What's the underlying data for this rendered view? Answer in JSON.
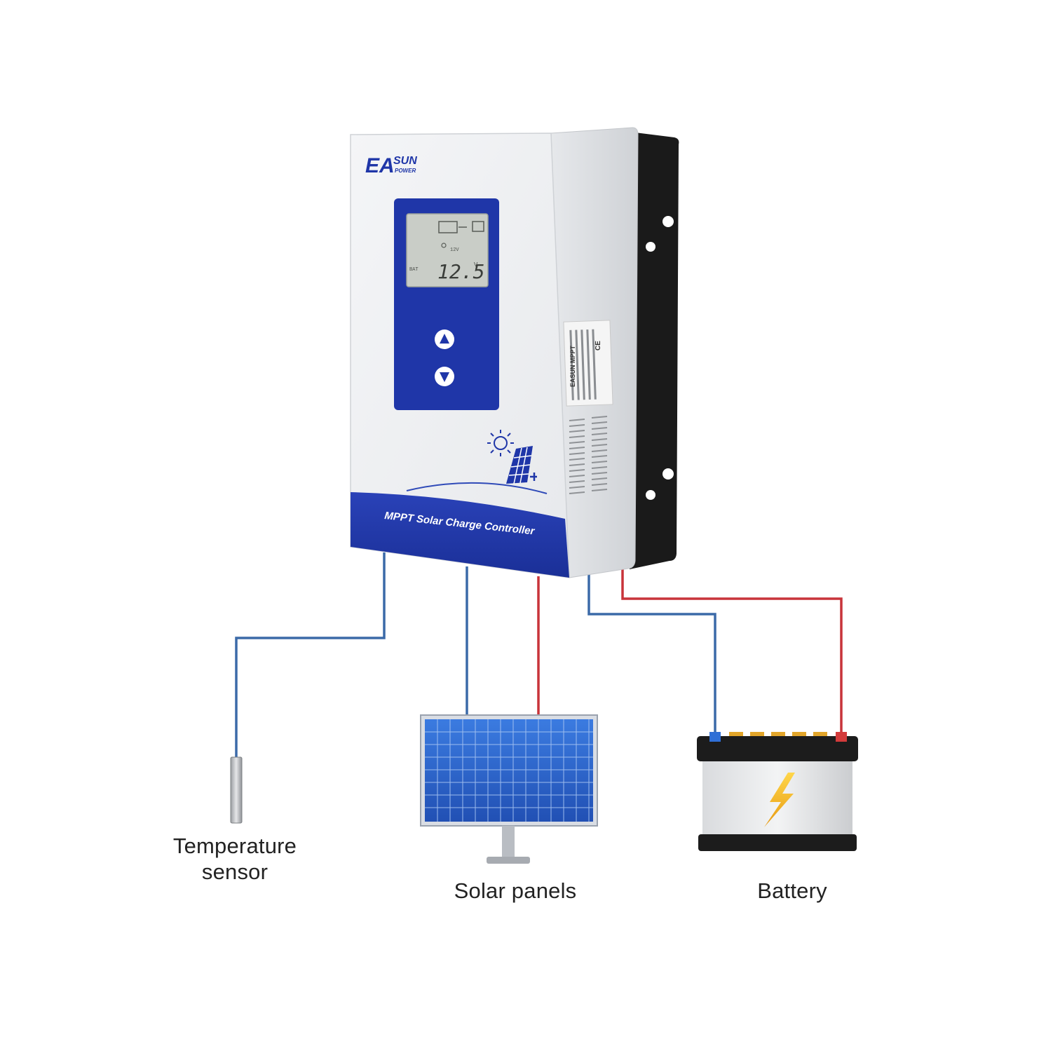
{
  "brand": {
    "line1": "EA",
    "line2": "SUN",
    "line3": "POWER"
  },
  "product": {
    "band_label": "MPPT Solar Charge Controller",
    "side_label": "EASUN MPPT",
    "ce_mark": "CE"
  },
  "lcd": {
    "reading": "12.5",
    "unit": "V",
    "small_left": "BAT",
    "small_mid": "12V"
  },
  "components": {
    "temperature_sensor": {
      "line1": "Temperature",
      "line2": "sensor"
    },
    "solar_panels": {
      "label": "Solar panels"
    },
    "battery": {
      "label": "Battery"
    }
  },
  "colors": {
    "body_blue": "#1f36a8",
    "wire_positive": "#c8343a",
    "wire_negative": "#3b6aa8",
    "housing": "#eef0f3",
    "mount_plate": "#1a1a1a",
    "lcd_bg": "#c9cdc7",
    "solar_cell": "#2f68cf",
    "bolt": "#f1b21c"
  },
  "icons": [
    "up-arrow-icon",
    "down-arrow-icon",
    "sun-icon",
    "solar-panel-icon",
    "lightning-bolt-icon"
  ]
}
